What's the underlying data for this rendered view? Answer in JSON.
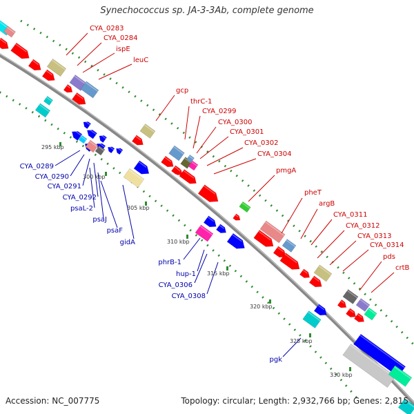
{
  "title": "Synechococcus sp. JA-3-3Ab, complete genome",
  "footer": {
    "accession": "Accession: NC_007775",
    "topology": "Topology: circular; Length: 2,932,766 bp; Genes: 2,815"
  },
  "colors": {
    "backbone": "#888888",
    "forward_label": "#cc0000",
    "reverse_label": "#0000aa",
    "tick_dash": "#2e8b2e"
  },
  "scale_marks": [
    "295 kbp",
    "300 kbp",
    "305 kbp",
    "310 kbp",
    "315 kbp",
    "320 kbp",
    "325 kbp",
    "330 kbp"
  ],
  "genes_forward": [
    "CYA_0283",
    "CYA_0284",
    "ispE",
    "leuC",
    "gcp",
    "thrC-1",
    "CYA_0299",
    "CYA_0300",
    "CYA_0301",
    "CYA_0302",
    "CYA_0304",
    "pmgA",
    "pheT",
    "argB",
    "CYA_0311",
    "CYA_0312",
    "CYA_0313",
    "CYA_0314",
    "pds",
    "crtB"
  ],
  "genes_reverse": [
    "CYA_0289",
    "CYA_0290",
    "CYA_0291",
    "CYA_0292",
    "psaL-2",
    "psaJ",
    "psaF",
    "gidA",
    "phrB-1",
    "hup-1",
    "CYA_0306",
    "CYA_0308",
    "pgk"
  ]
}
